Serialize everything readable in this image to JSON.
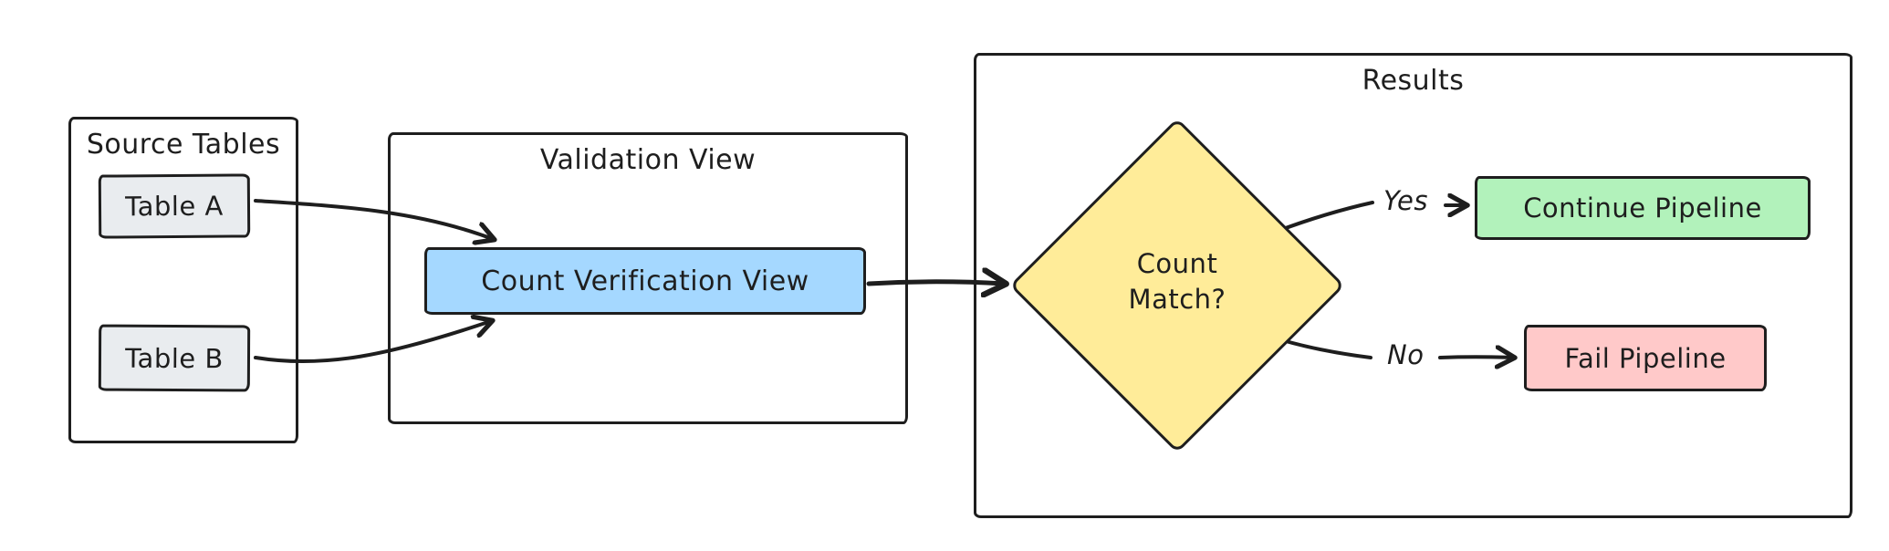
{
  "diagram": {
    "groups": {
      "source_tables": {
        "title": "Source Tables"
      },
      "validation_view": {
        "title": "Validation View"
      },
      "results": {
        "title": "Results"
      }
    },
    "nodes": {
      "table_a": {
        "label": "Table A"
      },
      "table_b": {
        "label": "Table B"
      },
      "count_verification_view": {
        "label": "Count Verification View"
      },
      "count_match": {
        "label": "Count Match?"
      },
      "continue_pipeline": {
        "label": "Continue Pipeline"
      },
      "fail_pipeline": {
        "label": "Fail Pipeline"
      }
    },
    "edges": {
      "yes_label": "Yes",
      "no_label": "No"
    },
    "colors": {
      "table_fill": "#e9ecef",
      "view_fill": "#a5d8ff",
      "diamond_fill": "#ffec99",
      "continue_fill": "#b2f2bb",
      "fail_fill": "#ffc9c9",
      "stroke": "#1e1e1e",
      "background": "#ffffff"
    }
  }
}
